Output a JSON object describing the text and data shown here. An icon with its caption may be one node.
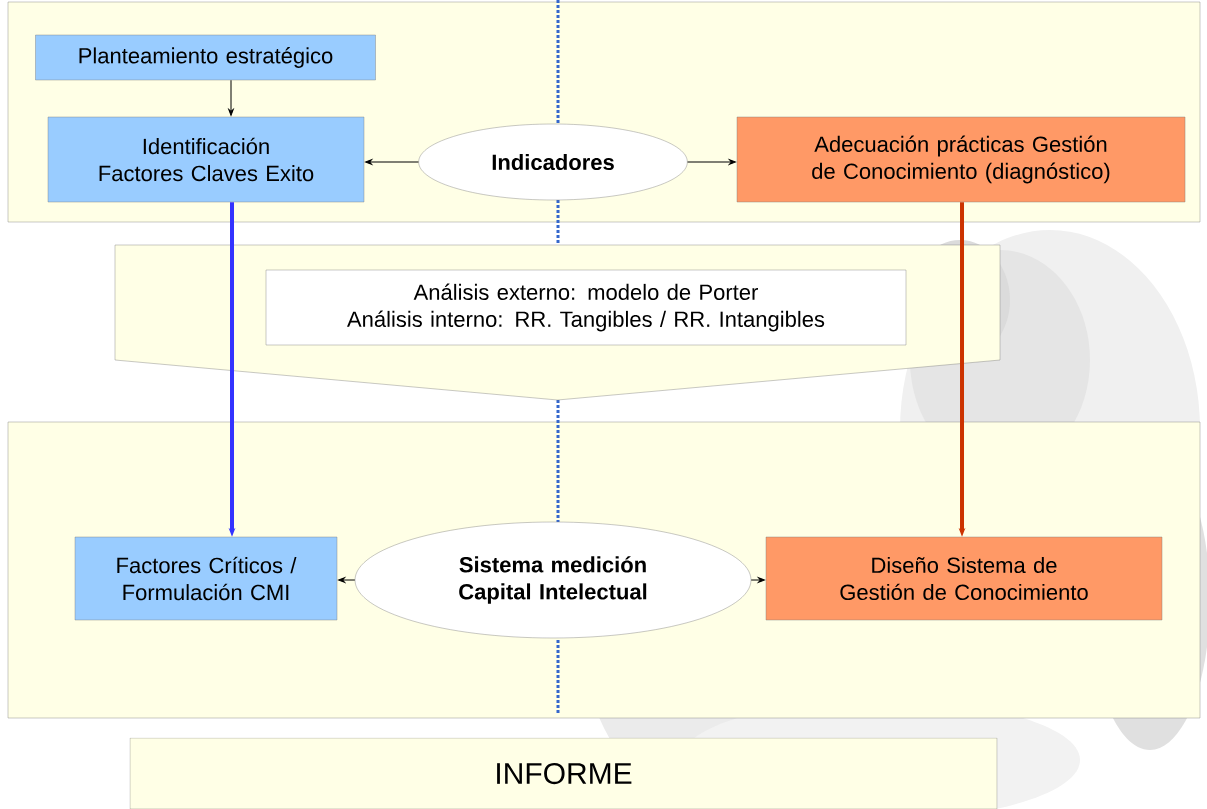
{
  "diagram": {
    "nodes": [
      {
        "text": [],
        "shape": "box"
      },
      {
        "text": [
          "Planteamiento estratégico"
        ],
        "in": 0
      },
      {
        "text": [
          "Identificación Factores Claves Exito"
        ],
        "in": 0
      },
      {
        "text": [
          "Indicadores"
        ],
        "in": 0
      },
      {
        "text": [
          "Adecuación prácticas Gestión de Conocimiento (diagnóstico)"
        ],
        "in": 0
      },
      {
        "text": [],
        "shape": "pentagon"
      },
      {
        "text": [
          "Análisis externo: modelo de Porter",
          "Análisis interno: RR. Tangibles / RR. Intangibles"
        ],
        "in": 5
      },
      {
        "text": [],
        "shape": "box"
      },
      {
        "text": [
          "Factores Críticos / Formulación CMI"
        ],
        "in": 7
      },
      {
        "text": [
          "Sistema medición Capital Intelectual"
        ],
        "in": 7
      },
      {
        "text": [
          "Diseño Sistema de Gestión de Conocimiento"
        ],
        "in": 7
      },
      {
        "text": [
          "INFORME"
        ]
      }
    ],
    "edges": [
      {
        "from": 1,
        "to": 2,
        "arrow": "to"
      },
      {
        "from": 3,
        "to": 2,
        "arrow": "to"
      },
      {
        "from": 3,
        "to": 4,
        "arrow": "to"
      },
      {
        "from": 2,
        "to": 8,
        "arrow": "to",
        "style": "thick",
        "color": "#3333ff"
      },
      {
        "from": 4,
        "to": 10,
        "arrow": "to",
        "style": "thick",
        "color": "#cc3300"
      },
      {
        "from": 9,
        "to": 8,
        "arrow": "to"
      },
      {
        "from": 9,
        "to": 10,
        "arrow": "to"
      }
    ]
  }
}
